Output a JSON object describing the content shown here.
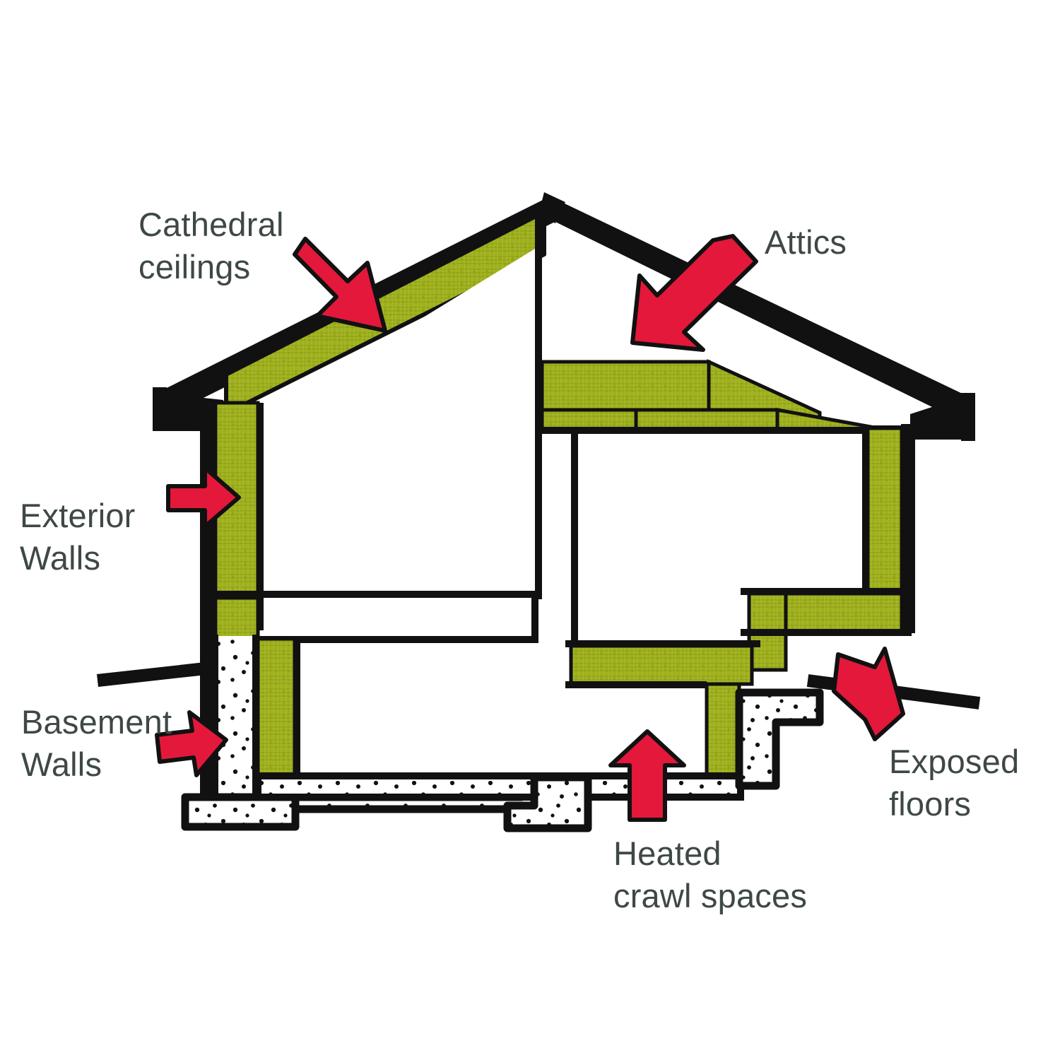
{
  "diagram": {
    "title": "Home insulation locations cutaway diagram",
    "subject": "house-cross-section",
    "colors": {
      "insulation": "#9fb01e",
      "insulation_dark": "#8a9a18",
      "outline": "#111111",
      "arrow_fill": "#e3183b",
      "arrow_stroke": "#111111",
      "label_text": "#3e4845",
      "concrete": "#ffffff",
      "concrete_speck": "#111111",
      "background": "#ffffff"
    },
    "labels": [
      {
        "id": "cathedral",
        "text": "Cathedral\nceilings",
        "name": "cathedral-ceilings-label"
      },
      {
        "id": "attics",
        "text": "Attics",
        "name": "attics-label"
      },
      {
        "id": "exterior",
        "text": "Exterior\nWalls",
        "name": "exterior-walls-label"
      },
      {
        "id": "basement",
        "text": "Basement\nWalls",
        "name": "basement-walls-label"
      },
      {
        "id": "exposed",
        "text": "Exposed\nfloors",
        "name": "exposed-floors-label"
      },
      {
        "id": "crawl",
        "text": "Heated\ncrawl spaces",
        "name": "heated-crawl-spaces-label"
      }
    ],
    "callouts": [
      {
        "id": "cathedral",
        "direction": "down-right",
        "target": "cathedral ceiling insulation in sloped roof"
      },
      {
        "id": "attics",
        "direction": "down-left",
        "target": "attic cavity above ceiling insulation"
      },
      {
        "id": "exterior",
        "direction": "right",
        "target": "exterior wall insulation"
      },
      {
        "id": "basement",
        "direction": "right",
        "target": "basement concrete wall"
      },
      {
        "id": "exposed",
        "direction": "up-left",
        "target": "cantilevered exposed floor insulation"
      },
      {
        "id": "crawl",
        "direction": "up",
        "target": "heated crawl space"
      }
    ],
    "regions": [
      {
        "name": "roof-left-cathedral",
        "material": "insulation"
      },
      {
        "name": "roof-right-attic",
        "material": "open-air"
      },
      {
        "name": "attic-floor",
        "material": "insulation"
      },
      {
        "name": "left-exterior-wall",
        "material": "insulation"
      },
      {
        "name": "right-exterior-wall",
        "material": "insulation"
      },
      {
        "name": "exposed-floor",
        "material": "insulation"
      },
      {
        "name": "crawl-space-wall",
        "material": "insulation"
      },
      {
        "name": "basement-wall",
        "material": "concrete"
      },
      {
        "name": "footing",
        "material": "concrete"
      },
      {
        "name": "grade-line-left",
        "material": "outline"
      },
      {
        "name": "grade-line-right",
        "material": "outline"
      }
    ]
  }
}
